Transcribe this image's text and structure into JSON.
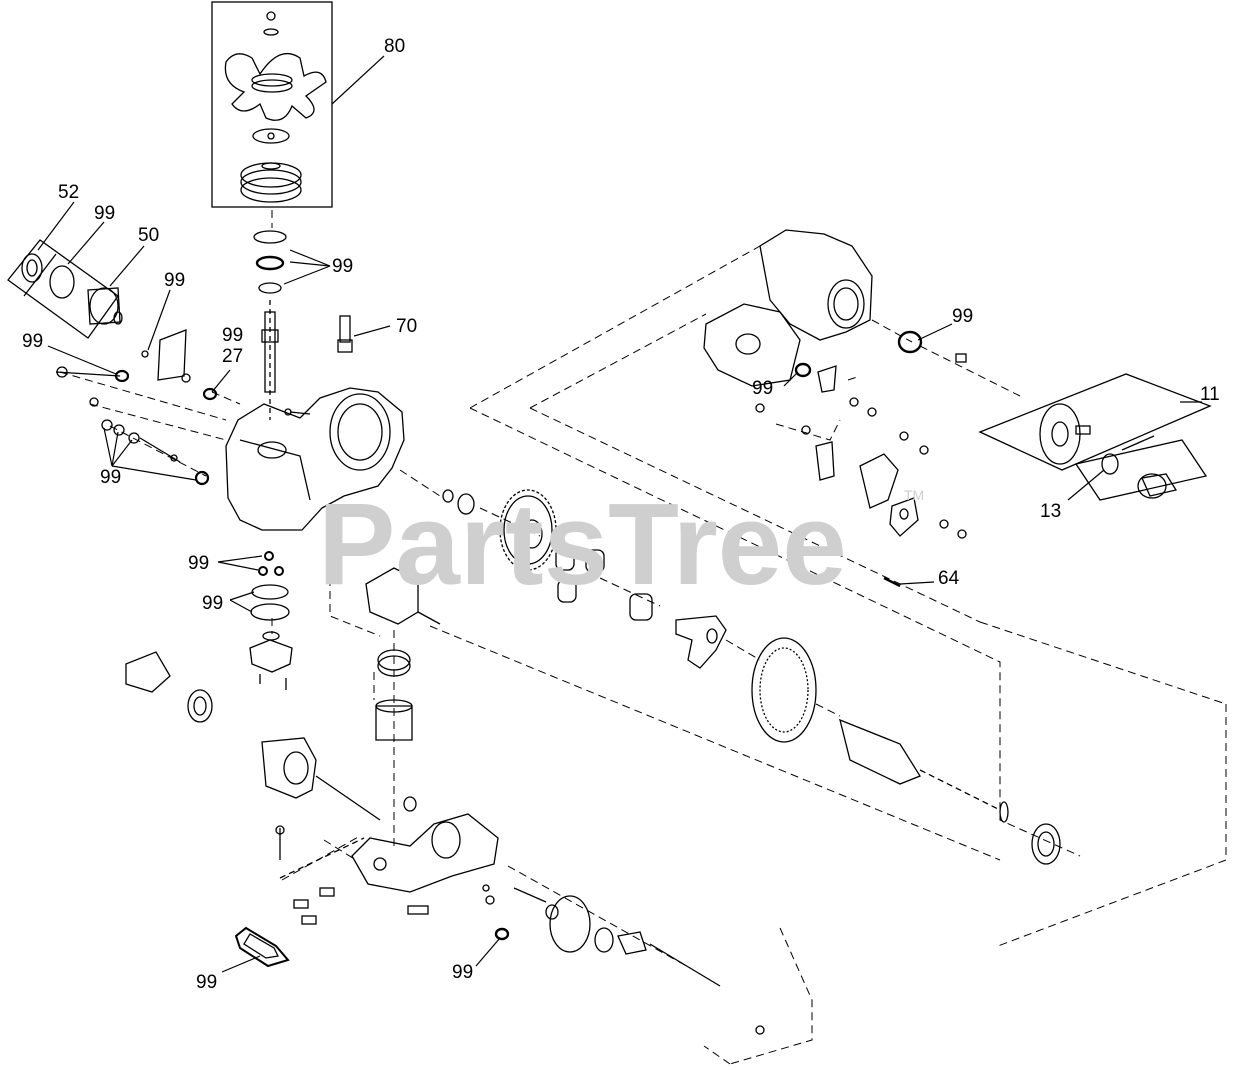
{
  "diagram": {
    "watermark": "PartsTree",
    "trademark": "TM",
    "callouts": {
      "c80": "80",
      "c52": "52",
      "c99_filter": "99",
      "c50": "50",
      "c99_bracket": "99",
      "c99_seals_top": "99",
      "c70": "70",
      "c99_left": "99",
      "c99_27": "99",
      "c27": "27",
      "c99_housing": "99",
      "c99_cover_seal": "99",
      "c11": "11",
      "c13": "13",
      "c99_orings_left": "99",
      "c99_plugs": "99",
      "c99_orings_lower": "99",
      "c64": "64",
      "c99_bottom_left": "99",
      "c99_bottom_mid": "99"
    }
  }
}
